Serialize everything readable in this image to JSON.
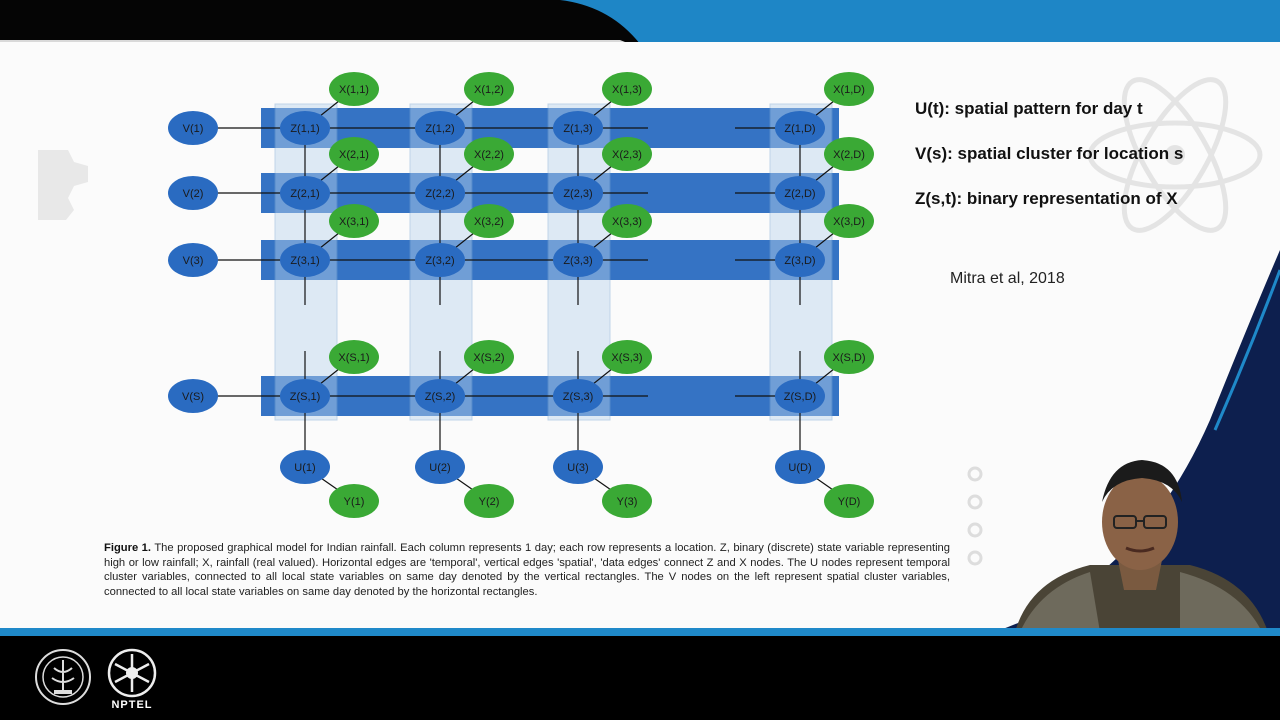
{
  "definitions": [
    "U(t): spatial pattern for day t",
    "V(s): spatial cluster for location s",
    "Z(s,t): binary representation of X"
  ],
  "citation": "Mitra et al, 2018",
  "caption": {
    "label": "Figure 1.",
    "text": "The proposed graphical model for Indian rainfall. Each column represents 1 day; each row represents a location. Z, binary (discrete) state variable representing high or low rainfall; X, rainfall (real valued). Horizontal edges are 'temporal', vertical edges 'spatial', 'data edges' connect Z and X nodes. The U nodes represent temporal cluster variables, connected to all local state variables on same day denoted by the vertical rectangles. The V nodes on the left represent spatial cluster variables, connected to all local state variables on same day denoted by the horizontal rectangles."
  },
  "footer": {
    "nptel_label": "NPTEL"
  },
  "diagram": {
    "v_nodes": [
      "V(1)",
      "V(2)",
      "V(3)",
      "V(S)"
    ],
    "z_nodes": [
      [
        "Z(1,1)",
        "Z(1,2)",
        "Z(1,3)",
        "Z(1,D)"
      ],
      [
        "Z(2,1)",
        "Z(2,2)",
        "Z(2,3)",
        "Z(2,D)"
      ],
      [
        "Z(3,1)",
        "Z(3,2)",
        "Z(3,3)",
        "Z(3,D)"
      ],
      [
        "Z(S,1)",
        "Z(S,2)",
        "Z(S,3)",
        "Z(S,D)"
      ]
    ],
    "x_nodes": [
      [
        "X(1,1)",
        "X(1,2)",
        "X(1,3)",
        "X(1,D)"
      ],
      [
        "X(2,1)",
        "X(2,2)",
        "X(2,3)",
        "X(2,D)"
      ],
      [
        "X(3,1)",
        "X(3,2)",
        "X(3,3)",
        "X(3,D)"
      ],
      [
        "X(S,1)",
        "X(S,2)",
        "X(S,3)",
        "X(S,D)"
      ]
    ],
    "u_nodes": [
      "U(1)",
      "U(2)",
      "U(3)",
      "U(D)"
    ],
    "y_nodes": [
      "Y(1)",
      "Y(2)",
      "Y(3)",
      "Y(D)"
    ],
    "colors": {
      "blue_node": "#2a6bc1",
      "green_node": "#3aa935",
      "band": "#2a6bc1",
      "column_rect": "#b9d4ec"
    }
  },
  "theme": {
    "accent_blue": "#1f89c9",
    "footer_bg": "#000000"
  }
}
